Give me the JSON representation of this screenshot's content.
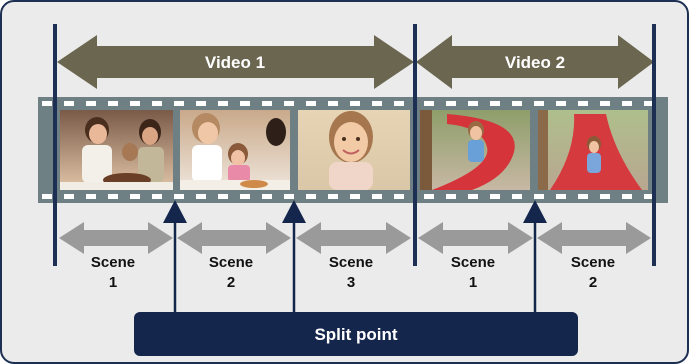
{
  "videos": [
    {
      "label": "Video 1"
    },
    {
      "label": "Video 2"
    }
  ],
  "scenes": [
    {
      "line1": "Scene",
      "line2": "1"
    },
    {
      "line1": "Scene",
      "line2": "2"
    },
    {
      "line1": "Scene",
      "line2": "3"
    },
    {
      "line1": "Scene",
      "line2": "1"
    },
    {
      "line1": "Scene",
      "line2": "2"
    }
  ],
  "split_point": {
    "label": "Split point"
  },
  "photos": [
    {
      "subject": "family cutting a birthday cake"
    },
    {
      "subject": "mother and child at a party table"
    },
    {
      "subject": "smiling girl close-up"
    },
    {
      "subject": "girl on a red playground slide"
    },
    {
      "subject": "girl sliding down a red slide"
    }
  ],
  "colors": {
    "frame_border": "#1d2f52",
    "background": "#ebebeb",
    "video_arrow": "#6b6650",
    "scene_arrow": "#9a9a9a",
    "divider": "#1d2f52",
    "filmstrip": "#6f8085",
    "split_box": "#15264d"
  }
}
